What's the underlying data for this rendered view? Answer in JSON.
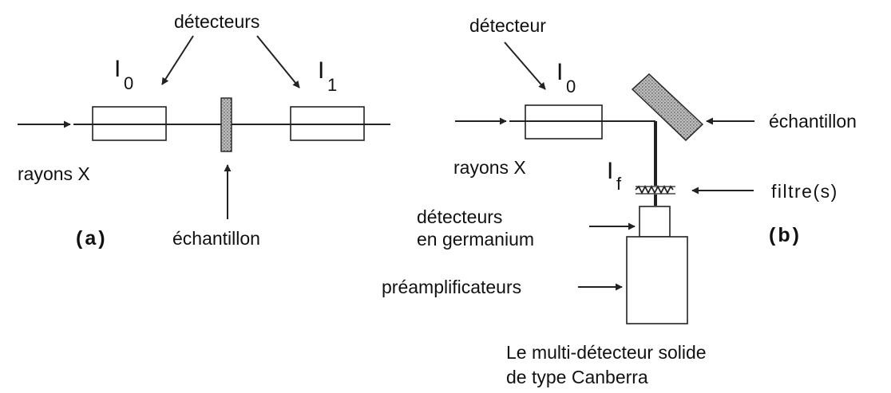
{
  "panel_a": {
    "label": "(a)",
    "detectors_label": "détecteurs",
    "i0_symbol": "I",
    "i0_subscript": "0",
    "i1_symbol": "I",
    "i1_subscript": "1",
    "xray_label": "rayons X",
    "sample_label": "échantillon"
  },
  "panel_b": {
    "label": "(b)",
    "detector_label": "détecteur",
    "i0_symbol": "I",
    "i0_subscript": "0",
    "xray_label": "rayons X",
    "sample_label": "échantillon",
    "if_symbol": "I",
    "if_subscript": "f",
    "filter_label": "filtre(s)",
    "ge_detectors_line1": "détecteurs",
    "ge_detectors_line2": "en germanium",
    "preamp_label": "préamplificateurs",
    "caption_line1": "Le multi-détecteur solide",
    "caption_line2": "de type Canberra"
  },
  "colors": {
    "line": "#222222",
    "sample_fill": "stipple-gray"
  }
}
